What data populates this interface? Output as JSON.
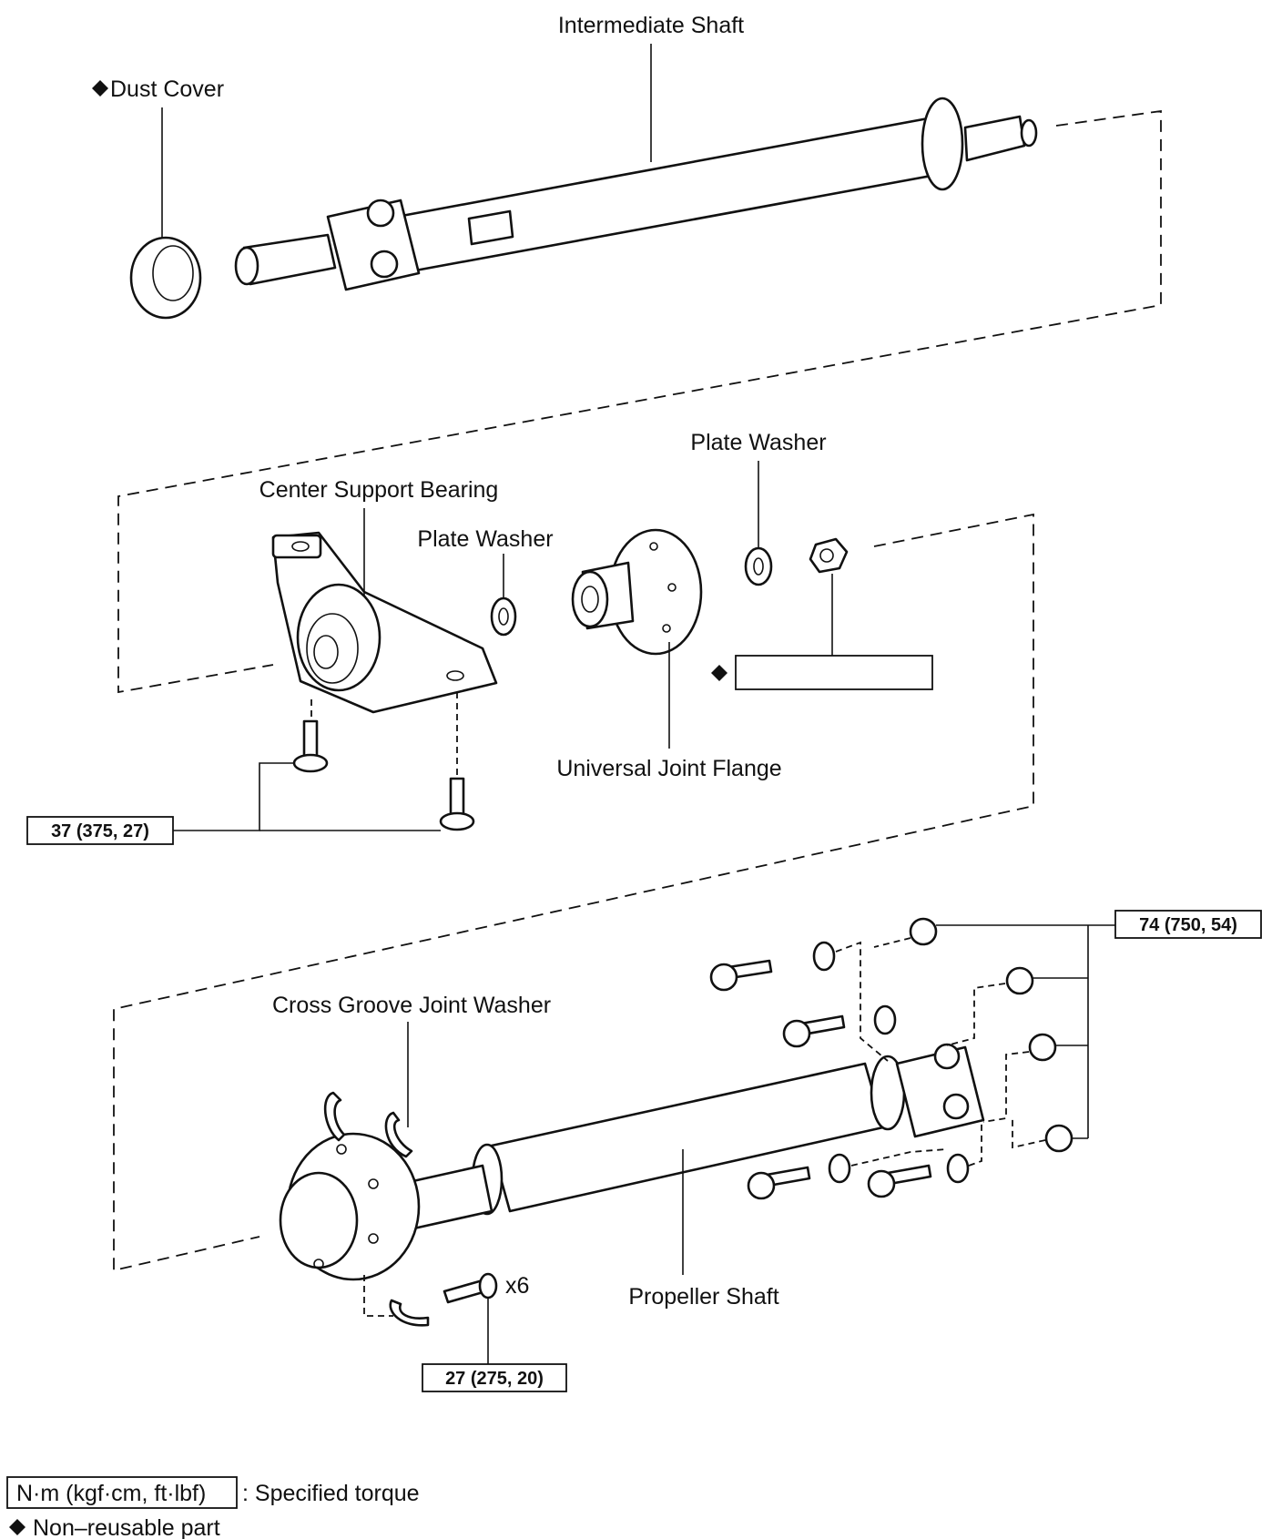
{
  "labels": {
    "intermediate_shaft": "Intermediate Shaft",
    "dust_cover": "Dust Cover",
    "center_support_bearing": "Center Support Bearing",
    "plate_washer_left": "Plate Washer",
    "plate_washer_right": "Plate Washer",
    "universal_joint_flange": "Universal Joint Flange",
    "cross_groove_joint_washer": "Cross Groove Joint Washer",
    "propeller_shaft": "Propeller Shaft",
    "bolt_count": "x6"
  },
  "torque_specs": {
    "center_bearing_bolts": "37 (375, 27)",
    "flange_nuts": "74 (750, 54)",
    "cross_groove_bolts": "27 (275, 20)"
  },
  "legend": {
    "unit_box": "N·m (kgf·cm, ft·lbf)",
    "specified_torque": ": Specified torque",
    "non_reusable": "Non–reusable part"
  },
  "symbols": {
    "non_reusable_marker": "diamond"
  }
}
